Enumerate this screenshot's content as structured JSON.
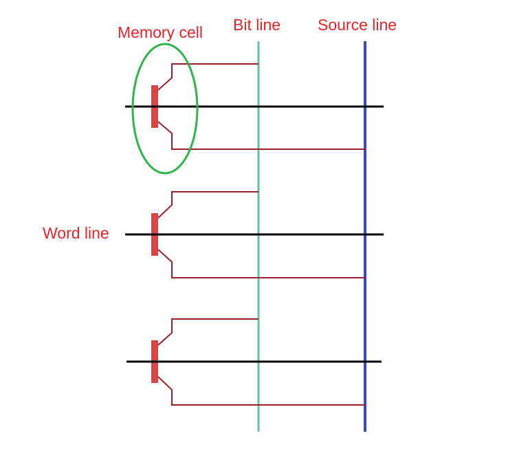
{
  "labels": {
    "memory_cell": "Memory cell",
    "bit_line": "Bit line",
    "source_line": "Source line",
    "word_line": "Word line"
  },
  "colors": {
    "label_text": "#e8242a",
    "transistor": "#d94444",
    "wire": "#9b1f28",
    "bit_line": "#5ec49e",
    "source_line": "#2f4fd0",
    "word_line": "#000000",
    "highlight": "#2db54a"
  },
  "diagram": {
    "memory_cell_count": 3,
    "highlighted_cell": 1
  }
}
